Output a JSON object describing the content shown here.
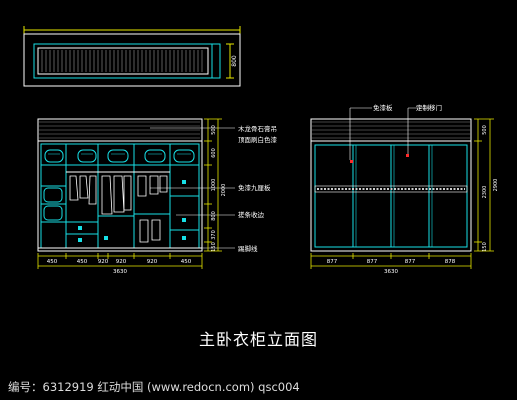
{
  "plan_dim": "800",
  "left_labels": [
    "木龙骨石膏吊",
    "顶面刷白色漆",
    "免漆九厘板",
    "搓条收边",
    "踢脚线"
  ],
  "left_right_dims": [
    "500",
    "600",
    "1000",
    "800",
    "370",
    "150",
    "2000"
  ],
  "left_bottom_dims": [
    "450",
    "450",
    "920",
    "920",
    "920",
    "450"
  ],
  "left_total": "3630",
  "right_labels": [
    "免漆板",
    "定制移门"
  ],
  "right_right_dims": [
    "500",
    "2300",
    "150",
    "2900"
  ],
  "right_bottom_dims": [
    "877",
    "877",
    "877",
    "878"
  ],
  "right_total": "3630",
  "title": "主卧衣柜立面图",
  "footer": "编号：6312919    红动中国 (www.redocn.com)    qsc004",
  "colors": {
    "line": "#17e0e6",
    "yellow": "#e8e800",
    "white": "#ffffff",
    "red": "#ff2a2a",
    "bg": "#000000"
  }
}
